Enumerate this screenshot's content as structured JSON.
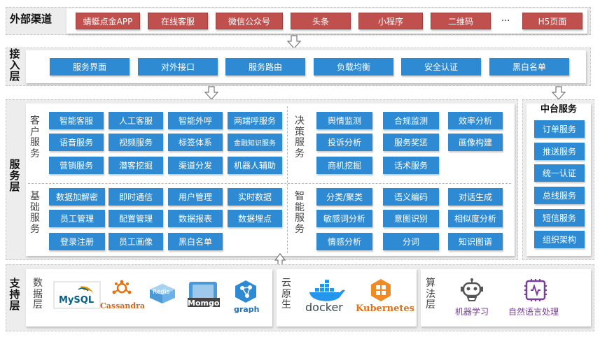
{
  "external": {
    "title": "外部渠道",
    "channels": [
      "蜻蜓点金APP",
      "在线客服",
      "微信公众号",
      "头条",
      "小程序",
      "二维码",
      "H5页面"
    ],
    "ellipsis": "..."
  },
  "access": {
    "title": "接入层",
    "items": [
      "服务界面",
      "对外接口",
      "服务路由",
      "负载均衡",
      "安全认证",
      "黑白名单"
    ]
  },
  "service": {
    "title": "服务层",
    "customer": {
      "title": "客户服务",
      "items": [
        "智能客服",
        "人工客服",
        "智能外呼",
        "两端呼服务",
        "语音服务",
        "视频服务",
        "标签体系",
        "金融知识服务",
        "营销服务",
        "潜客挖掘",
        "渠道分发",
        "机器人辅助"
      ]
    },
    "decision": {
      "title": "决策服务",
      "items": [
        "舆情监测",
        "合规监测",
        "效率分析",
        "投诉分析",
        "服务奖惩",
        "画像构建",
        "商机挖掘",
        "话术服务"
      ]
    },
    "basic": {
      "title": "基础服务",
      "items": [
        "数据加解密",
        "即时通信",
        "用户管理",
        "实时数据",
        "员工管理",
        "配置管理",
        "数据报表",
        "数据埋点",
        "登录注册",
        "员工画像",
        "黑白名单"
      ]
    },
    "intelligent": {
      "title": "智能服务",
      "items": [
        "分类/聚类",
        "语义编码",
        "对话生成",
        "敏感词分析",
        "意图识别",
        "相似度分析",
        "情感分析",
        "分词",
        "知识图谱"
      ]
    }
  },
  "middle": {
    "title": "中台服务",
    "items": [
      "订单服务",
      "推送服务",
      "统一认证",
      "总线服务",
      "短信服务",
      "组织架构"
    ]
  },
  "support": {
    "title": "支持层",
    "data_layer": {
      "title": "数据层",
      "logos": [
        {
          "name": "MySQL",
          "icon": "mysql-icon"
        },
        {
          "name": "Cassandra",
          "icon": "cassandra-icon"
        },
        {
          "name": "Redis",
          "icon": "redis-icon"
        },
        {
          "name": "Momgo",
          "icon": "mongo-icon"
        },
        {
          "name": "graph",
          "icon": "graph-icon"
        }
      ]
    },
    "cloud": {
      "title": "云原生",
      "logos": [
        {
          "name": "docker",
          "icon": "docker-icon"
        },
        {
          "name": "Kubernetes",
          "icon": "kubernetes-icon"
        }
      ]
    },
    "algorithm": {
      "title": "算法层",
      "logos": [
        {
          "name": "机器学习",
          "icon": "robot-icon"
        },
        {
          "name": "自然语言处理",
          "icon": "nlp-icon"
        }
      ]
    }
  },
  "colors": {
    "red": "#c0504d",
    "blue": "#2e8bd3",
    "band": "#ededed"
  }
}
